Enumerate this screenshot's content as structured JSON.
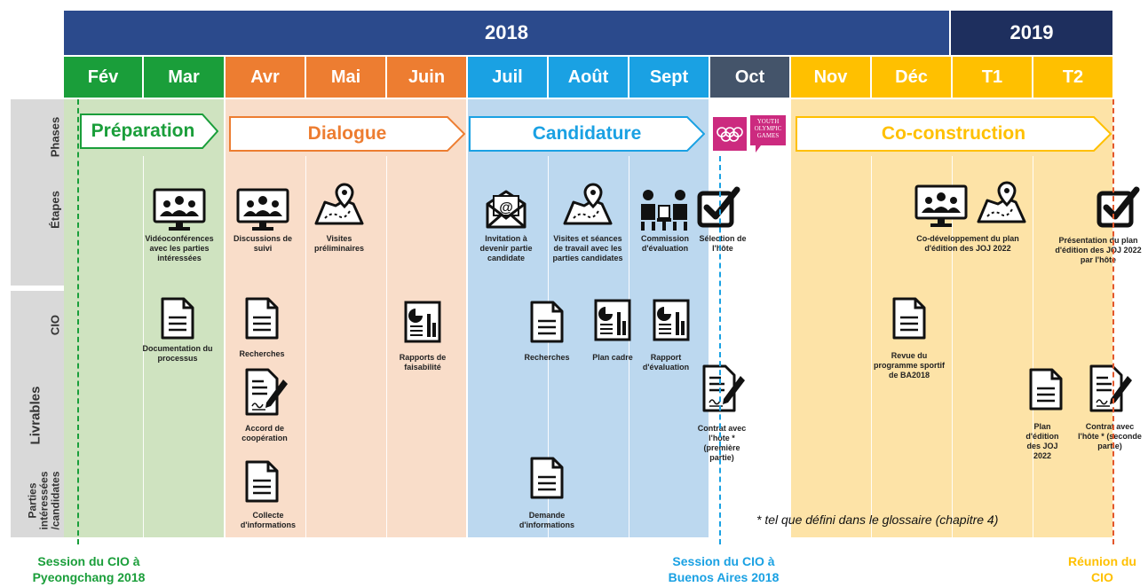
{
  "years": {
    "y2018": "2018",
    "y2019": "2019"
  },
  "months": [
    "Fév",
    "Mar",
    "Avr",
    "Mai",
    "Juin",
    "Juil",
    "Août",
    "Sept",
    "Oct",
    "Nov",
    "Déc",
    "T1",
    "T2"
  ],
  "colors": {
    "green": "#1a9e3a",
    "orange": "#ed7d31",
    "blue": "#1aa1e3",
    "slate": "#44546a",
    "yellow": "#ffc000",
    "year2018": "#2b4a8c",
    "year2019": "#1e2f5e",
    "pink": "#cc2a7f"
  },
  "rows": {
    "phases": "Phases",
    "etapes": "Étapes",
    "cio": "CIO",
    "livrables": "Livrables",
    "parties": "Parties intéressées /candidates"
  },
  "phases": {
    "preparation": "Préparation",
    "dialogue": "Dialogue",
    "candidature": "Candidature",
    "coconstruction": "Co-construction"
  },
  "yog_logo": {
    "line1": "YOUTH",
    "line2": "OLYMPIC",
    "line3": "GAMES"
  },
  "etapes": {
    "videoconf": "Vidéoconférences avec les parties intéressées",
    "discussions": "Discussions de suivi",
    "visites_prelim": "Visites préliminaires",
    "invitation": "Invitation à devenir partie candidate",
    "visites_seances": "Visites et séances de travail avec les parties candidates",
    "commission": "Commission d'évaluation",
    "selection": "Sélection de l'hôte",
    "codev": "Co-développement du plan d'édition des JOJ 2022",
    "presentation": "Présentation du plan d'édition des JOJ 2022 par l'hôte"
  },
  "cio": {
    "documentation": "Documentation du processus",
    "recherches_avr": "Recherches",
    "rapports_faisabilite": "Rapports de faisabilité",
    "recherches_juil": "Recherches",
    "plan_cadre": "Plan cadre",
    "rapport_eval": "Rapport d'évaluation",
    "revue": "Revue du programme sportif de BA2018"
  },
  "parties": {
    "accord": "Accord de coopération",
    "collecte": "Collecte d'informations",
    "demande": "Demande d'informations",
    "contrat1": "Contrat avec l'hôte * (première partie)",
    "plan_edition": "Plan d'édition des JOJ 2022",
    "contrat2": "Contrat avec l'hôte * (seconde partie)"
  },
  "footnote": "* tel que défini dans le glossaire (chapitre 4)",
  "bottom": {
    "pyeongchang": "Session du CIO à Pyeongchang 2018",
    "buenos": "Session du CIO à Buenos Aires 2018",
    "reunion": "Réunion du CIO"
  }
}
